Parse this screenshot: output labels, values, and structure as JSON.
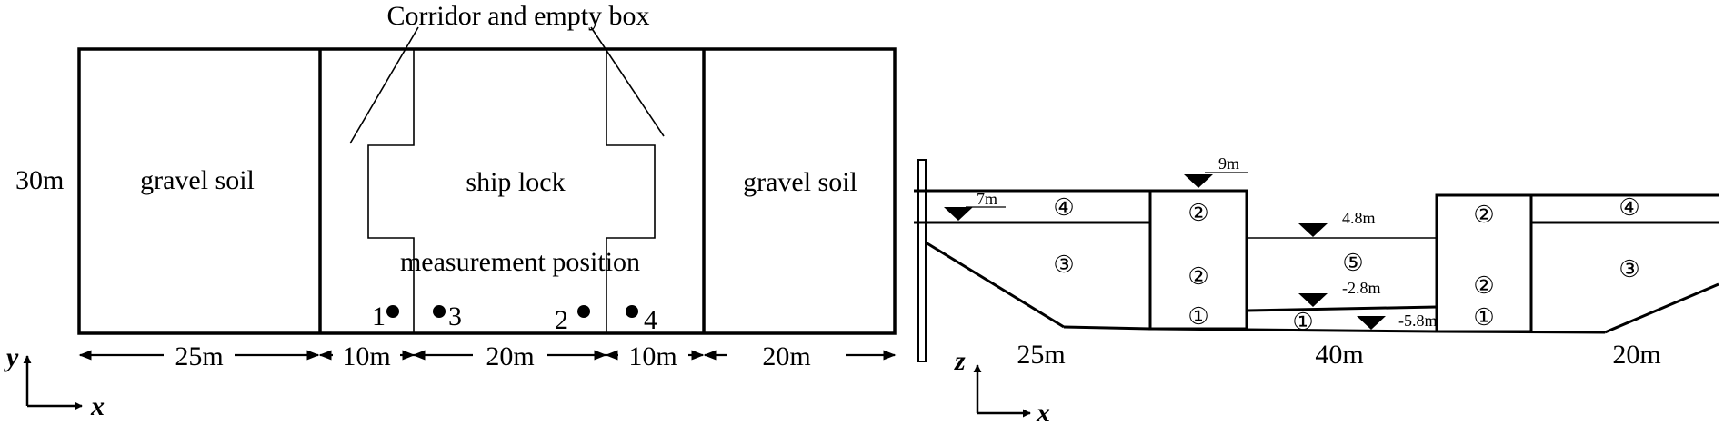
{
  "plan_view": {
    "callout": "Corridor and empty box",
    "regions": {
      "left": "gravel soil",
      "center": "ship lock",
      "right": "gravel soil"
    },
    "width_label": "30m",
    "measurement_label": "measurement position",
    "points": [
      "1",
      "3",
      "2",
      "4"
    ],
    "dimensions": [
      "25m",
      "10m",
      "20m",
      "10m",
      "20m"
    ],
    "axes": {
      "vertical": "y",
      "horizontal": "x"
    }
  },
  "section_view": {
    "water_levels": [
      "9m",
      "7m",
      "4.8m",
      "-2.8m",
      "-5.8m"
    ],
    "layers": {
      "left_upper": "④",
      "left_lower": "③",
      "left_wall_top": "②",
      "left_wall_mid": "②",
      "left_wall_bottom": "①",
      "chamber": "⑤",
      "chamber_bottom": "①",
      "right_wall_top": "②",
      "right_wall_mid": "②",
      "right_wall_bottom": "①",
      "right_upper": "④",
      "right_lower": "③"
    },
    "dimensions": [
      "25m",
      "40m",
      "20m"
    ],
    "axes": {
      "vertical": "z",
      "horizontal": "x"
    }
  }
}
